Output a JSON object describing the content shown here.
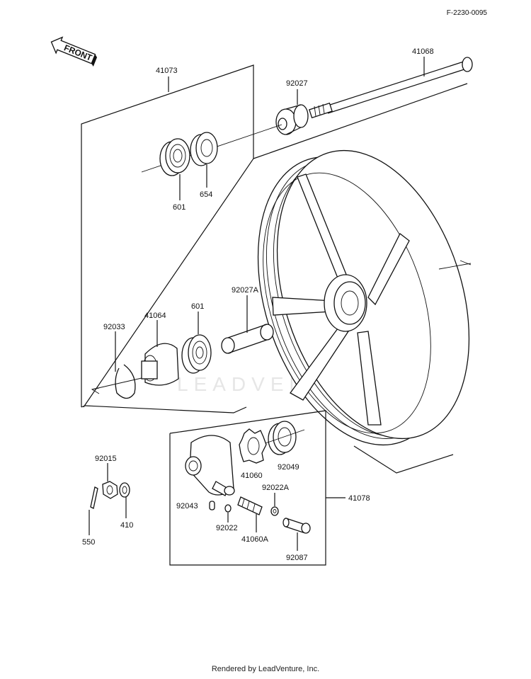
{
  "diagram_code": "F-2230-0095",
  "front_label": "FRONT",
  "watermark": "LEADVENTURE",
  "footer": "Rendered by LeadVenture, Inc.",
  "parts": {
    "p41073": "41073",
    "p41068": "41068",
    "p92027": "92027",
    "p601a": "601",
    "p654": "654",
    "p92027a": "92027A",
    "p601b": "601",
    "p41064": "41064",
    "p92033": "92033",
    "p92015": "92015",
    "p410": "410",
    "p550": "550",
    "p41060": "41060",
    "p92049": "92049",
    "p92022a": "92022A",
    "p41078": "41078",
    "p92043": "92043",
    "p92022": "92022",
    "p41060a": "41060A",
    "p92087": "92087"
  }
}
